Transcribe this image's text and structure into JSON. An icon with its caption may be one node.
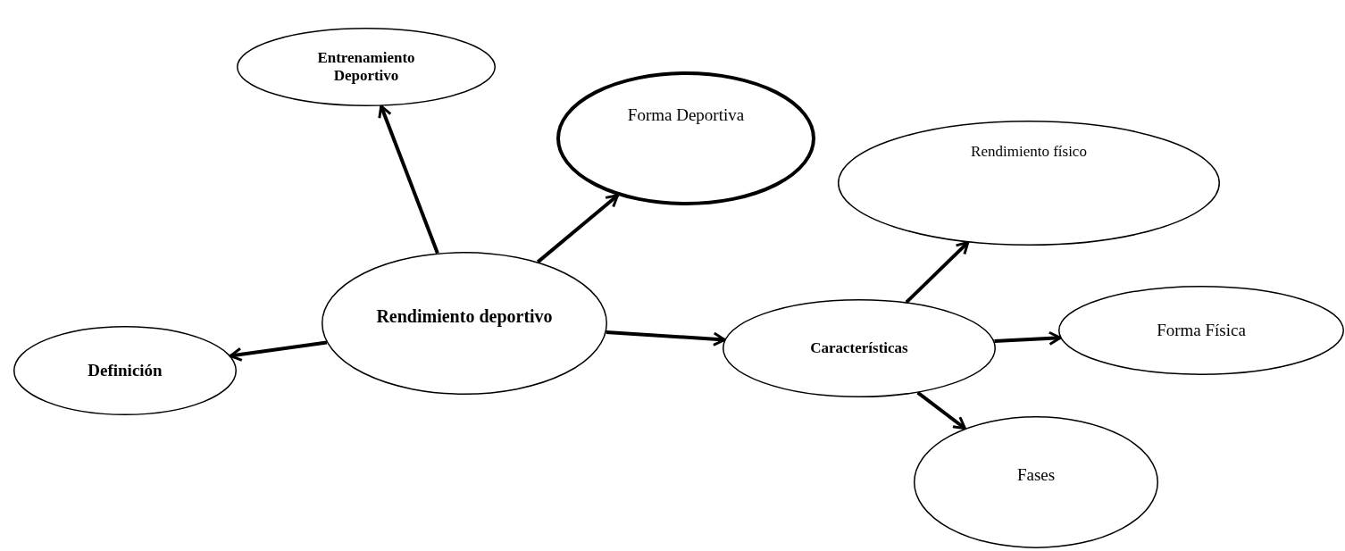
{
  "diagram": {
    "nodes": [
      {
        "text": [
          "Entrenamiento Deportivo"
        ]
      },
      {
        "text": [
          "Forma Deportiva"
        ]
      },
      {
        "text": [
          "Rendimiento físico"
        ]
      },
      {
        "text": [
          "Rendimiento deportivo"
        ]
      },
      {
        "text": [
          "Forma Física"
        ]
      },
      {
        "text": [
          "Características"
        ]
      },
      {
        "text": [
          "Definición"
        ]
      },
      {
        "text": [
          "Fases"
        ]
      }
    ],
    "edges": [
      {
        "from": 3,
        "to": 0,
        "arrow": "to"
      },
      {
        "from": 3,
        "to": 1,
        "arrow": "to"
      },
      {
        "from": 3,
        "to": 5,
        "arrow": "to"
      },
      {
        "from": 3,
        "to": 6,
        "arrow": "to"
      },
      {
        "from": 5,
        "to": 2,
        "arrow": "to"
      },
      {
        "from": 5,
        "to": 4,
        "arrow": "to"
      },
      {
        "from": 5,
        "to": 7,
        "arrow": "to"
      }
    ]
  }
}
